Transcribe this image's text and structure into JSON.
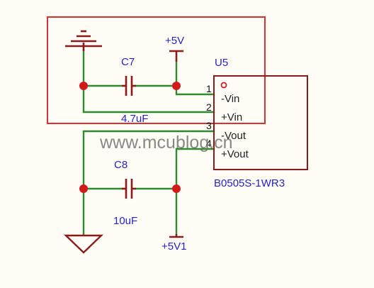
{
  "labels": {
    "net_top": "+5V",
    "net_bottom": "+5V1",
    "c7_ref": "C7",
    "c7_value": "4.7uF",
    "c8_ref": "C8",
    "c8_value": "10uF",
    "u5_ref": "U5",
    "u5_part": "B0505S-1WR3"
  },
  "pins": [
    {
      "num": "1",
      "name": "-Vin"
    },
    {
      "num": "2",
      "name": "+Vin"
    },
    {
      "num": "3",
      "name": "-Vout"
    },
    {
      "num": "4",
      "name": "+Vout"
    }
  ],
  "watermark": "www.mcublog.cn",
  "colors": {
    "wire": "#2e8b2e",
    "component": "#8b1a1a",
    "junction": "#d31a1a",
    "highlight_box": "#d93030",
    "text_blue": "#2323c8",
    "background": "#fffdf6"
  }
}
